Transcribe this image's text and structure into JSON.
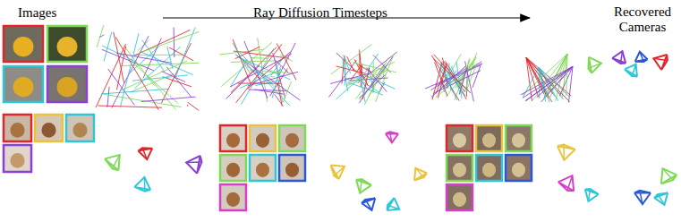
{
  "diagram": {
    "labels": [
      "Images",
      "Ray Diffusion Timesteps",
      "Recovered Cameras"
    ]
  }
}
